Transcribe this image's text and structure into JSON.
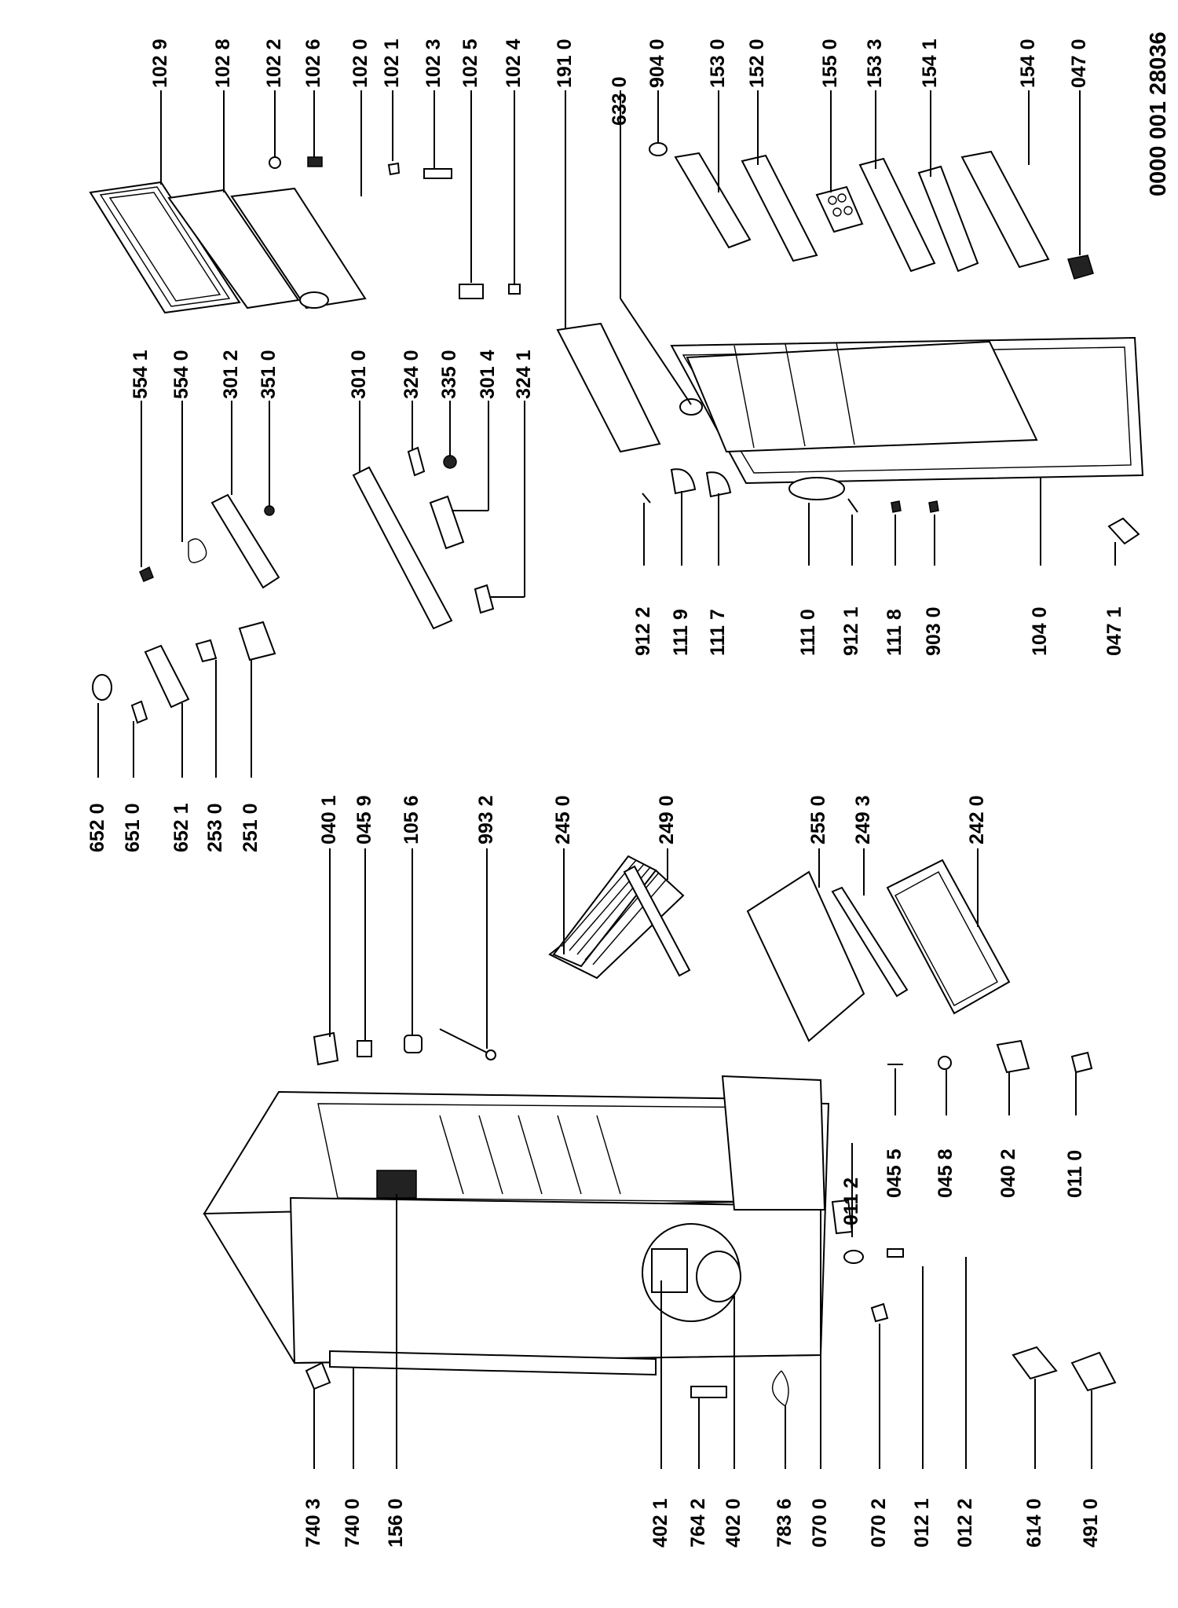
{
  "document_number": "0000 001 28036",
  "callouts": [
    "102 9",
    "102 8",
    "102 2",
    "102 6",
    "102 0",
    "102 1",
    "102 3",
    "102 5",
    "102 4",
    "191 0",
    "633 0",
    "904 0",
    "153 0",
    "152 0",
    "155 0",
    "153 3",
    "154 1",
    "154 0",
    "047 0",
    "554 1",
    "554 0",
    "301 2",
    "351 0",
    "301 0",
    "324 0",
    "335 0",
    "301 4",
    "324 1",
    "652 0",
    "651 0",
    "652 1",
    "253 0",
    "251 0",
    "912 2",
    "111 9",
    "111 7",
    "111 0",
    "912 1",
    "111 8",
    "903 0",
    "104 0",
    "047 1",
    "040 1",
    "045 9",
    "105 6",
    "993 2",
    "245 0",
    "249 0",
    "255 0",
    "249 3",
    "242 0",
    "011 2",
    "045 5",
    "045 8",
    "040 2",
    "011 0",
    "740 3",
    "740 0",
    "156 0",
    "402 1",
    "764 2",
    "402 0",
    "783 6",
    "070 0",
    "070 2",
    "012 1",
    "012 2",
    "614 0",
    "491 0"
  ]
}
